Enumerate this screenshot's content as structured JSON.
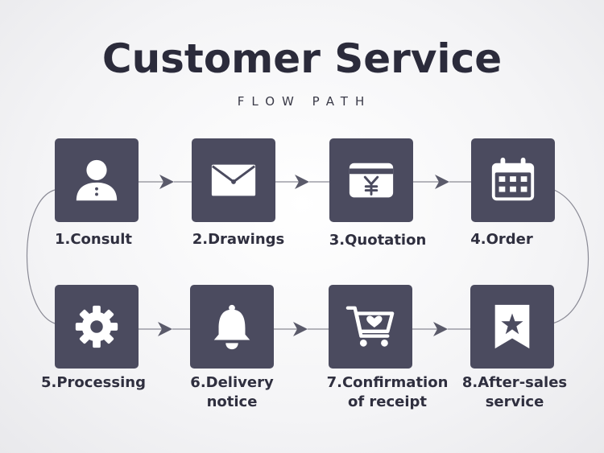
{
  "header": {
    "title": "Customer Service",
    "subtitle": "FLOW PATH"
  },
  "colors": {
    "tile": "#4b4b5f",
    "icon": "#ffffff",
    "connector": "#8a8a95",
    "arrow": "#5a5a6a",
    "text": "#2f2f3f"
  },
  "steps": [
    {
      "label_lines": [
        "1.Consult"
      ],
      "icon": "person-icon"
    },
    {
      "label_lines": [
        "2.Drawings"
      ],
      "icon": "envelope-icon"
    },
    {
      "label_lines": [
        "3.Quotation"
      ],
      "icon": "yen-card-icon"
    },
    {
      "label_lines": [
        "4.Order"
      ],
      "icon": "calendar-icon"
    },
    {
      "label_lines": [
        "5.Processing"
      ],
      "icon": "gear-icon"
    },
    {
      "label_lines": [
        "6.Delivery",
        "notice"
      ],
      "icon": "bell-icon"
    },
    {
      "label_lines": [
        "7.Confirmation",
        "of receipt"
      ],
      "icon": "cart-heart-icon"
    },
    {
      "label_lines": [
        "8.After-sales",
        "service"
      ],
      "icon": "star-bookmark-icon"
    }
  ]
}
